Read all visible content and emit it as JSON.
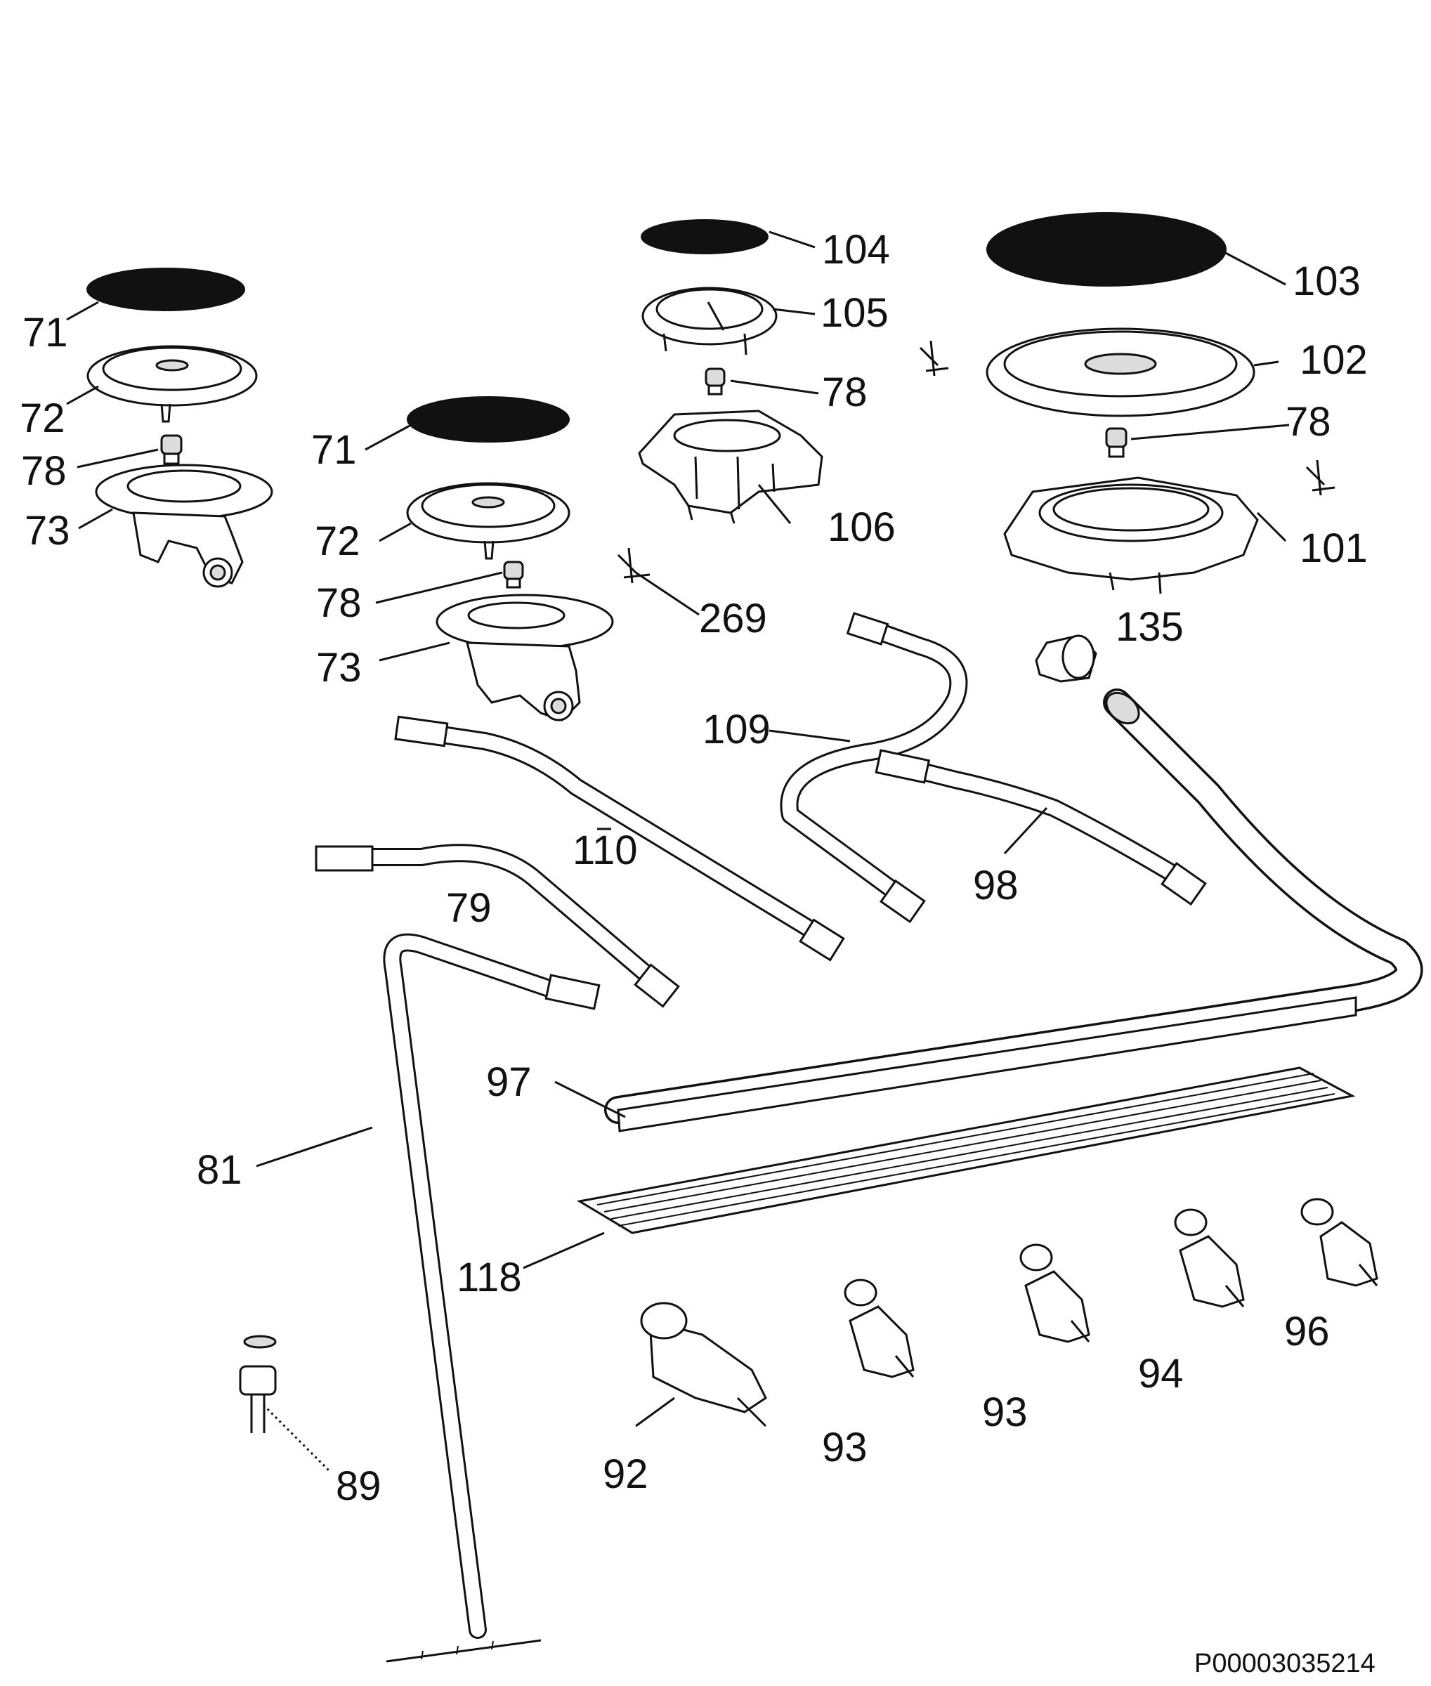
{
  "diagram": {
    "callouts": [
      {
        "id": "c-71a",
        "text": "71"
      },
      {
        "id": "c-72a",
        "text": "72"
      },
      {
        "id": "c-78a",
        "text": "78"
      },
      {
        "id": "c-73a",
        "text": "73"
      },
      {
        "id": "c-71b",
        "text": "71"
      },
      {
        "id": "c-72b",
        "text": "72"
      },
      {
        "id": "c-78b",
        "text": "78"
      },
      {
        "id": "c-73b",
        "text": "73"
      },
      {
        "id": "c-104",
        "text": "104"
      },
      {
        "id": "c-105",
        "text": "105"
      },
      {
        "id": "c-78c",
        "text": "78"
      },
      {
        "id": "c-106",
        "text": "106"
      },
      {
        "id": "c-269",
        "text": "269"
      },
      {
        "id": "c-103",
        "text": "103"
      },
      {
        "id": "c-102",
        "text": "102"
      },
      {
        "id": "c-78d",
        "text": "78"
      },
      {
        "id": "c-101",
        "text": "101"
      },
      {
        "id": "c-135",
        "text": "135"
      },
      {
        "id": "c-109",
        "text": "109"
      },
      {
        "id": "c-110",
        "text": "110"
      },
      {
        "id": "c-79",
        "text": "79"
      },
      {
        "id": "c-98",
        "text": "98"
      },
      {
        "id": "c-97",
        "text": "97"
      },
      {
        "id": "c-81",
        "text": "81"
      },
      {
        "id": "c-118",
        "text": "118"
      },
      {
        "id": "c-89",
        "text": "89"
      },
      {
        "id": "c-92",
        "text": "92"
      },
      {
        "id": "c-93a",
        "text": "93"
      },
      {
        "id": "c-93b",
        "text": "93"
      },
      {
        "id": "c-94",
        "text": "94"
      },
      {
        "id": "c-96",
        "text": "96"
      }
    ],
    "document_id": "P00003035214"
  }
}
